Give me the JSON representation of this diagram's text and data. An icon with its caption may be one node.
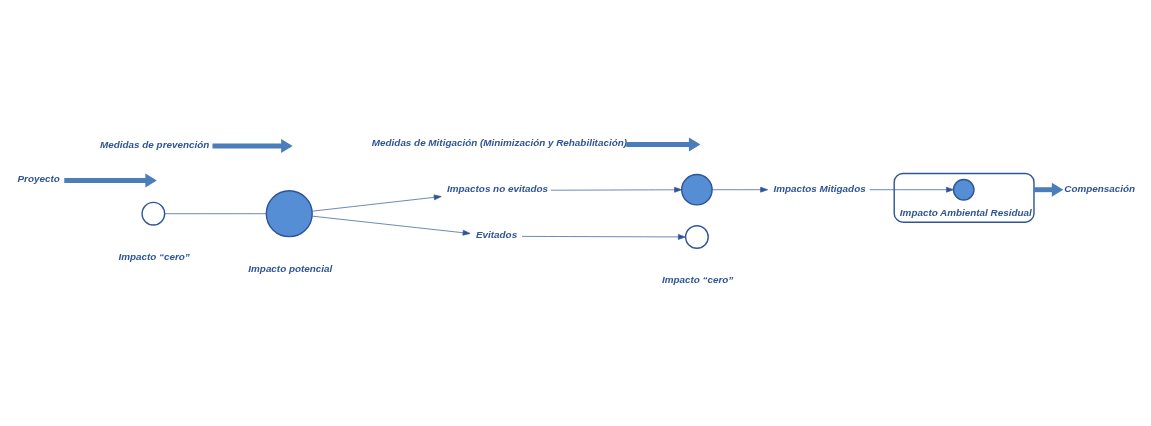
{
  "diagram": {
    "nodes": [
      {
        "text": [],
        "shape": "circle",
        "beside": [
          "Impacto “cero”"
        ]
      },
      {
        "text": [],
        "shape": "circle",
        "beside": [
          "Impacto potencial"
        ]
      },
      {
        "text": [
          "Proyecto"
        ]
      },
      {
        "text": [
          "Medidas de prevención"
        ]
      },
      {
        "text": [
          "Impactos no evitados"
        ]
      },
      {
        "text": [
          "Evitados"
        ]
      },
      {
        "text": [],
        "shape": "circle"
      },
      {
        "text": [],
        "shape": "circle",
        "beside": [
          "Impacto “cero”"
        ]
      },
      {
        "text": [
          "Impactos Mitigados"
        ]
      },
      {
        "text": [
          "Medidas de Mitigación (Minimización y Rehabilitación)"
        ]
      },
      {
        "text": [
          "Impacto Ambiental Residual"
        ]
      },
      {
        "text": [],
        "shape": "circle",
        "in": 10
      },
      {
        "text": [
          "Compensación"
        ]
      }
    ],
    "edges": [
      {
        "from": 0,
        "to": 1,
        "arrow": "none"
      },
      {
        "from": 2,
        "to": null,
        "arrow": "to",
        "style": "thick"
      },
      {
        "from": 3,
        "to": null,
        "arrow": "to",
        "style": "thick"
      },
      {
        "from": 1,
        "to": 4,
        "arrow": "to"
      },
      {
        "from": 1,
        "to": 5,
        "arrow": "to"
      },
      {
        "from": 4,
        "to": 6,
        "arrow": "to"
      },
      {
        "from": 5,
        "to": 7,
        "arrow": "to"
      },
      {
        "from": 6,
        "to": 8,
        "arrow": "to"
      },
      {
        "from": 9,
        "to": null,
        "arrow": "to",
        "style": "thick"
      },
      {
        "from": 8,
        "to": 11,
        "arrow": "to"
      },
      {
        "from": 10,
        "to": 12,
        "arrow": "to",
        "style": "thick"
      }
    ]
  }
}
